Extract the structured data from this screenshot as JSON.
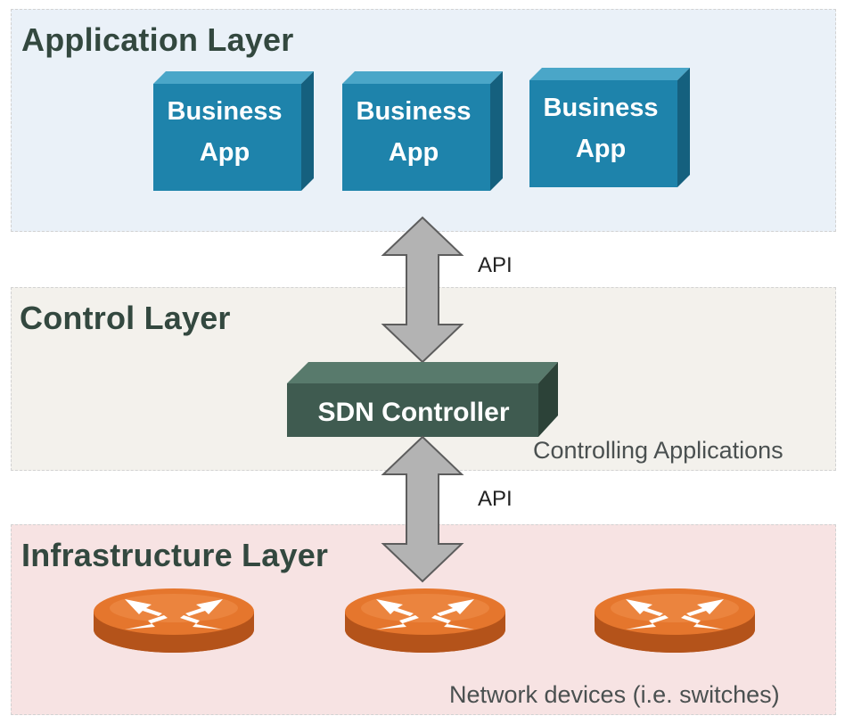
{
  "layers": {
    "application": {
      "title": "Application Layer"
    },
    "control": {
      "title": "Control Layer"
    },
    "infrastructure": {
      "title": "Infrastructure Layer"
    }
  },
  "apps": [
    {
      "label": "Business\nApp"
    },
    {
      "label": "Business\nApp"
    },
    {
      "label": "Business\nApp"
    }
  ],
  "controller": {
    "label": "SDN Controller"
  },
  "api": {
    "upper": "API",
    "lower": "API"
  },
  "captions": {
    "controlling": "Controlling Applications",
    "devices": "Network devices (i.e. switches)"
  },
  "colors": {
    "app_front": "#1e83ab",
    "app_top": "#4aa6c8",
    "app_side": "#15607e",
    "controller_front": "#3f5b50",
    "controller_top": "#587a6c",
    "controller_side": "#2c4238",
    "router": "#e5762d",
    "arrow_fill": "#b3b3b3"
  },
  "icons": {
    "app": "business-app-cube-icon",
    "controller": "sdn-controller-block-icon",
    "router": "router-icon",
    "arrow": "double-headed-arrow-icon"
  }
}
